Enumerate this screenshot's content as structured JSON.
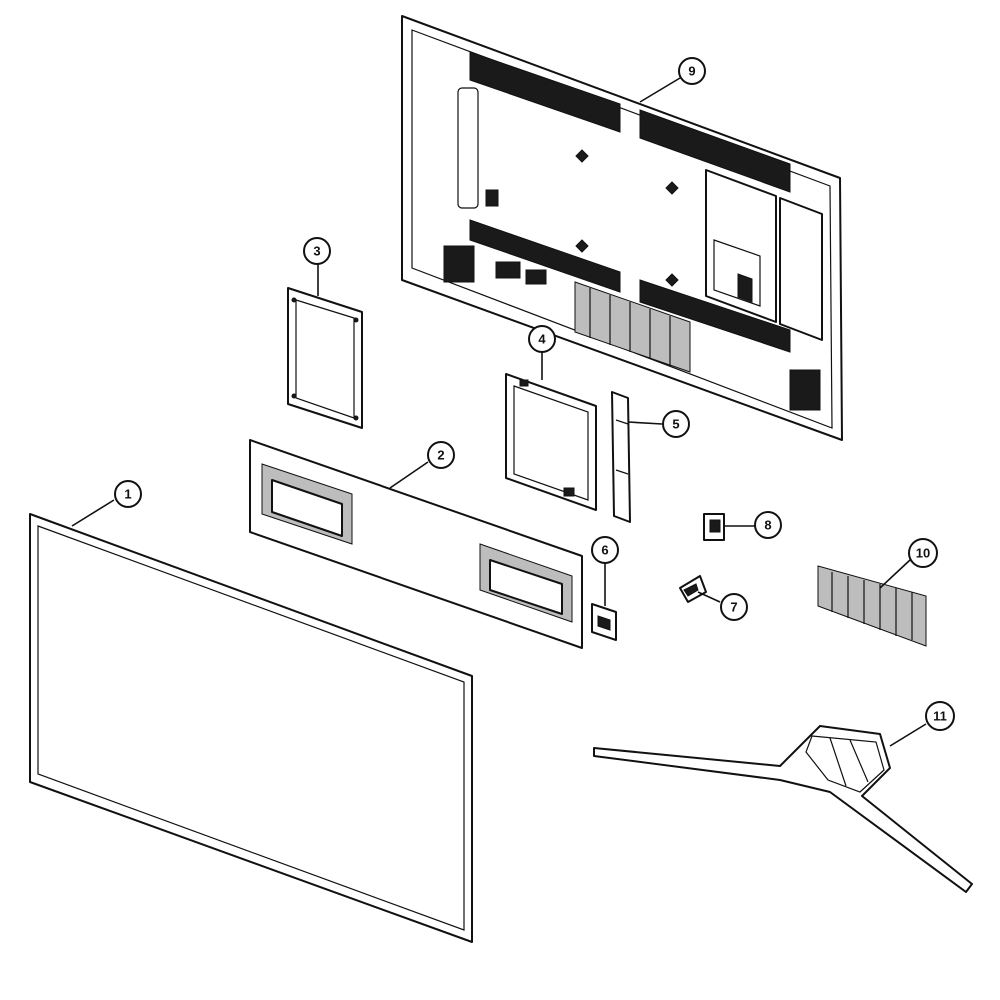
{
  "diagram": {
    "callouts": [
      {
        "id": "1",
        "label": "1"
      },
      {
        "id": "2",
        "label": "2"
      },
      {
        "id": "3",
        "label": "3"
      },
      {
        "id": "4",
        "label": "4"
      },
      {
        "id": "5",
        "label": "5"
      },
      {
        "id": "6",
        "label": "6"
      },
      {
        "id": "7",
        "label": "7"
      },
      {
        "id": "8",
        "label": "8"
      },
      {
        "id": "9",
        "label": "9"
      },
      {
        "id": "10",
        "label": "10"
      },
      {
        "id": "11",
        "label": "11"
      }
    ]
  }
}
